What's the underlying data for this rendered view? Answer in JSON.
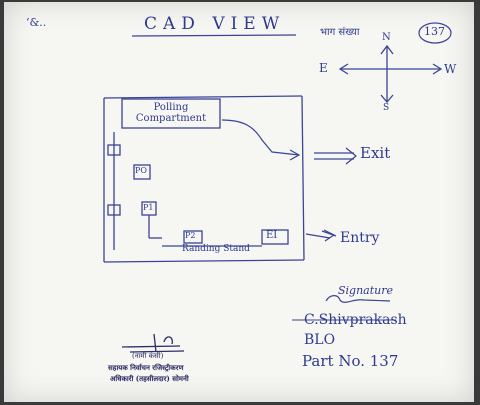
{
  "header": {
    "title": "CAD VIEW",
    "booth_label": "भाग संख्या",
    "booth_number": "137",
    "corner_mark": "‘&.."
  },
  "compass": {
    "north": "N",
    "south": "S",
    "east": "E",
    "west": "W"
  },
  "plan": {
    "polling_compartment_label": "Polling Compartment",
    "box_label_1": "PO",
    "box_label_2": "P1",
    "box_label_3": "P2",
    "box_label_4": "EI",
    "bottom_label": "Randing Stand",
    "exit_label": "Exit",
    "entry_label": "Entry"
  },
  "signature_block": {
    "line1": "Signature",
    "line2": "C.Shivprakash",
    "line3": "BLO",
    "line4": "Part No. 137"
  },
  "stamp": {
    "line1": "(नामी कंसी)",
    "line2": "सहायक निर्वाचन रजिस्ट्रीकरण",
    "line3": "अधिकारी (तहसीलदार) सोमनी"
  }
}
